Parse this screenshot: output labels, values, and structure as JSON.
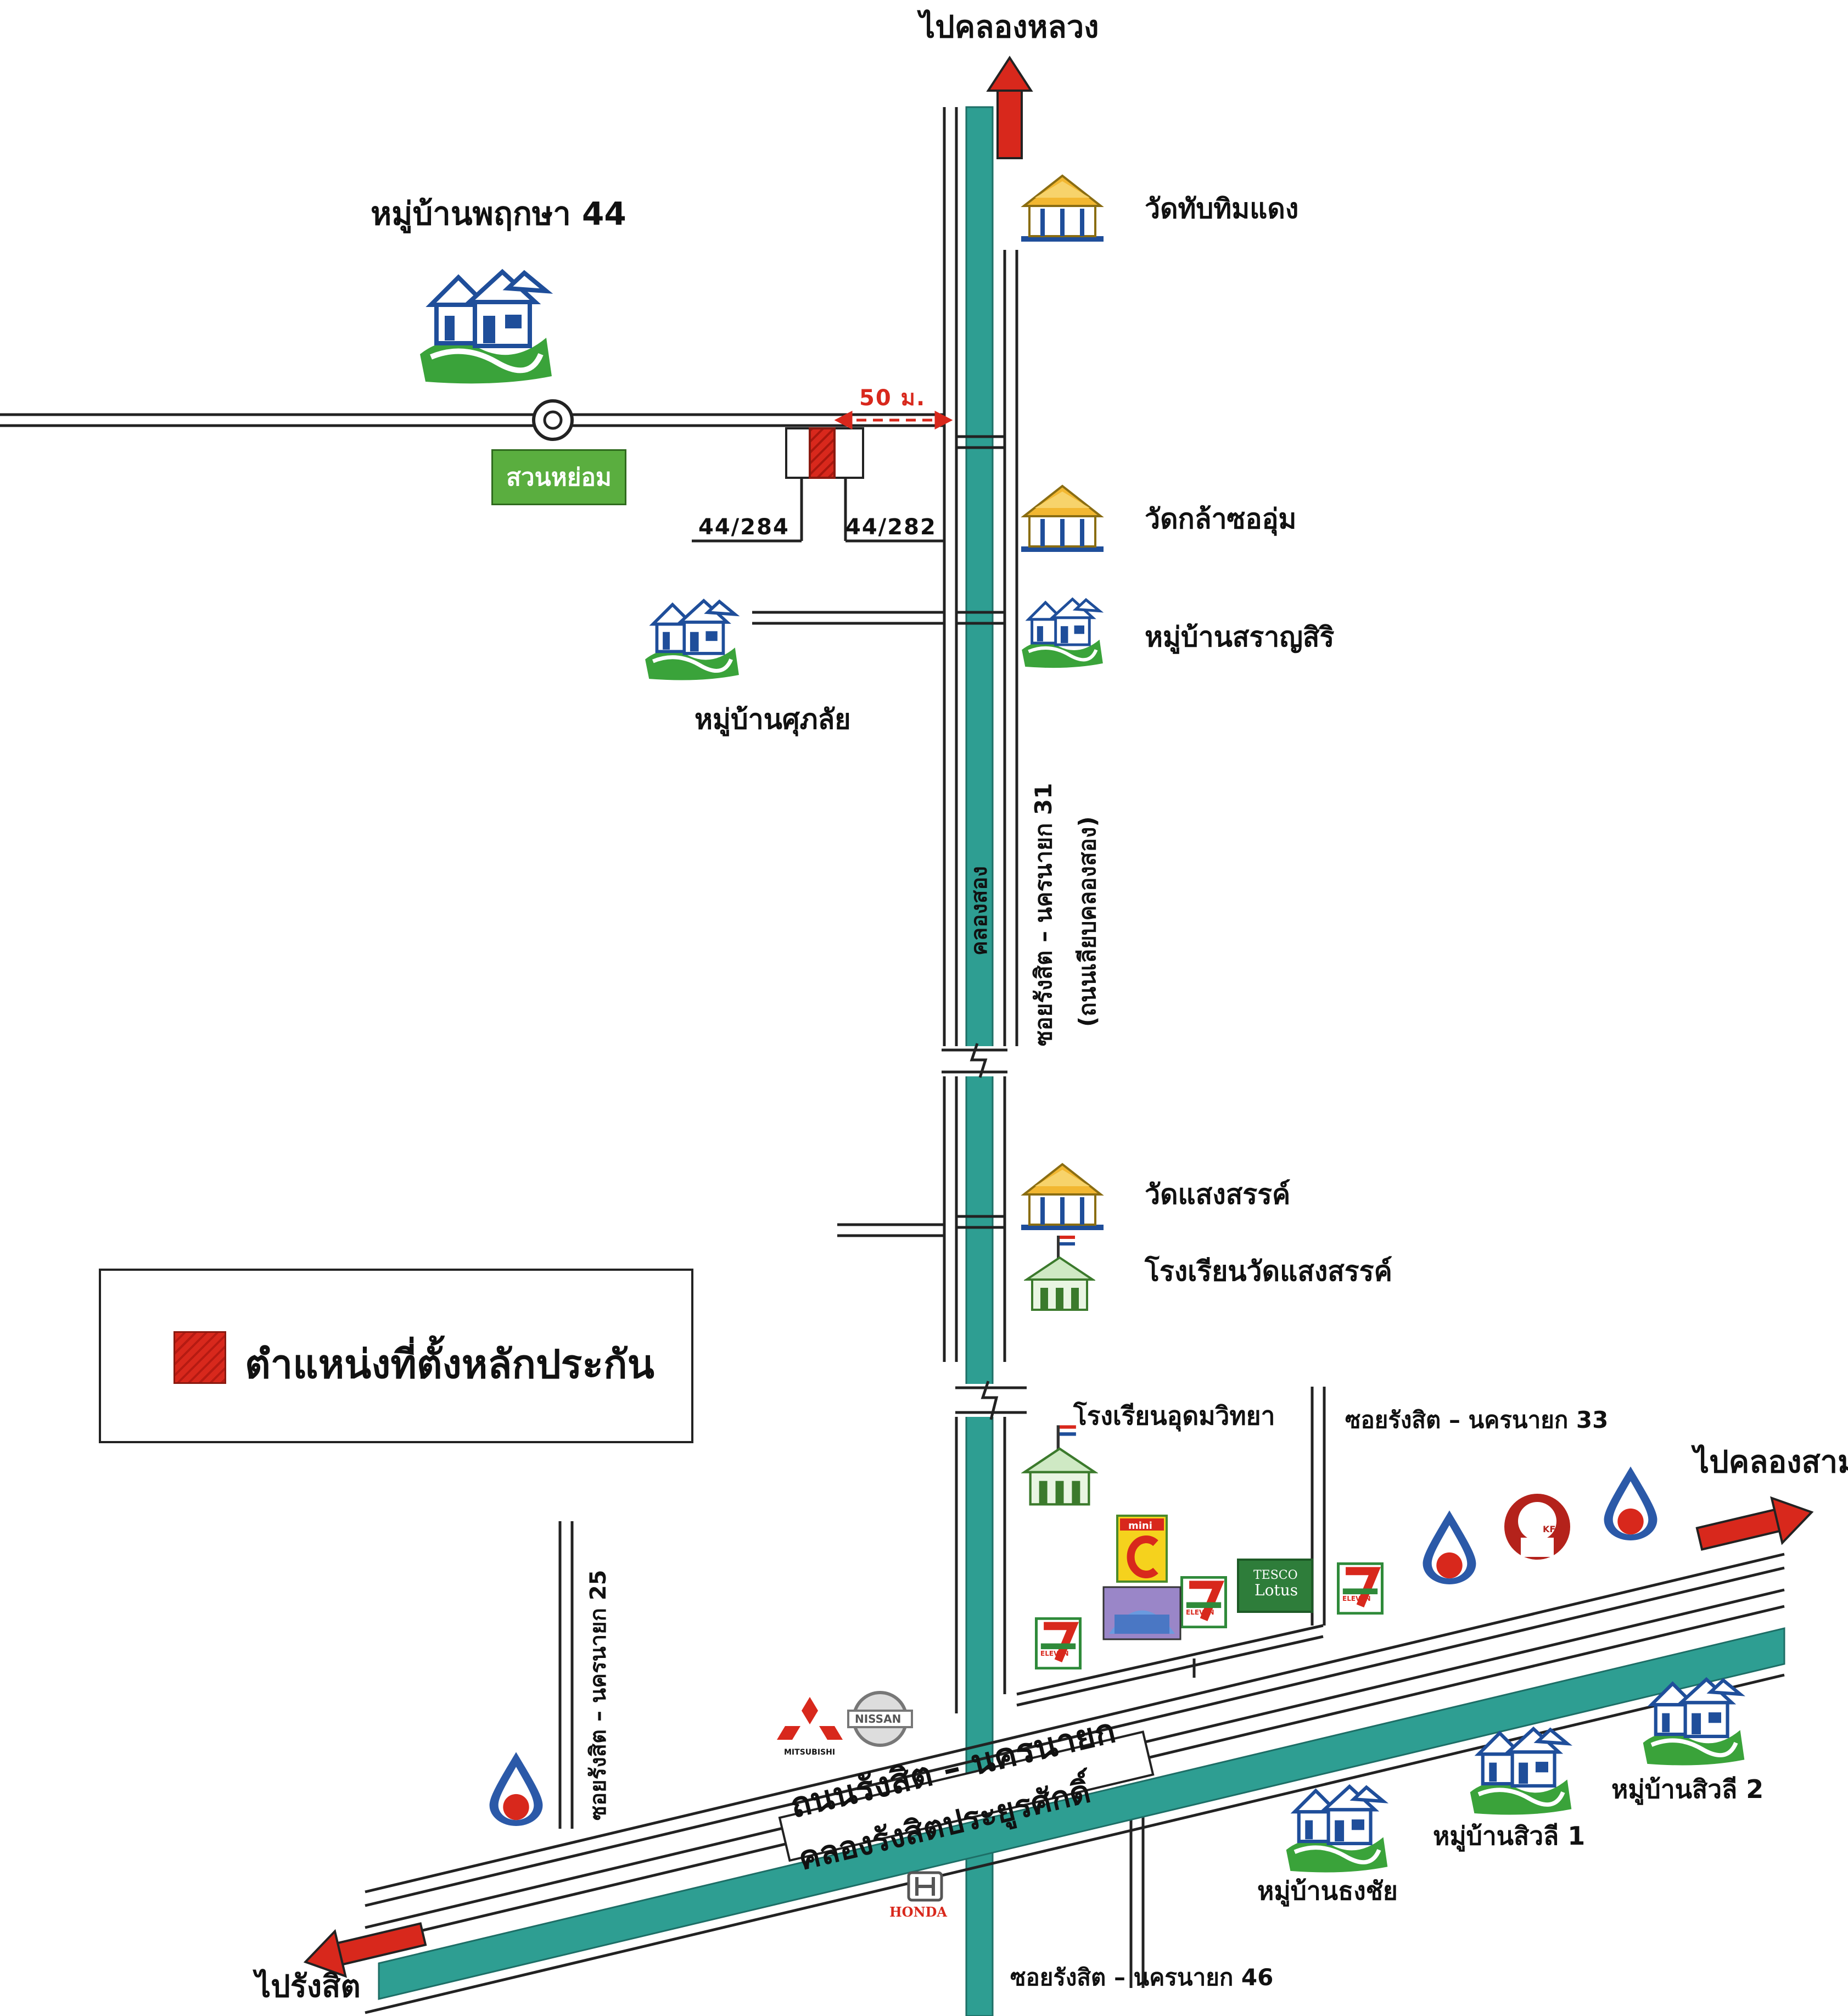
{
  "directions": {
    "north": "ไปคลองหลวง",
    "east": "ไปคลองสาม",
    "west": "ไปรังสิต"
  },
  "places": {
    "pruksa44": "หมู่บ้านพฤกษา 44",
    "park": "สวนหย่อม",
    "wat_tubtim": "วัดทับทิมแดง",
    "wat_klasoaum": "วัดกล้าซออุ่ม",
    "saransiri": "หมู่บ้านสราญสิริ",
    "supalai": "หมู่บ้านศุภลัย",
    "wat_saengsan": "วัดแสงสรรค์",
    "school_saengsan": "โรงเรียนวัดแสงสรรค์",
    "school_udom": "โรงเรียนอุดมวิทยา",
    "siwalee1": "หมู่บ้านสิวลี 1",
    "siwalee2": "หมู่บ้านสิวลี 2",
    "thongchai": "หมู่บ้านธงชัย"
  },
  "roads": {
    "main_road": "ถนนรังสิต – นครนายก",
    "main_canal": "คลองรังสิตประยูรศักดิ์",
    "canal2": "คลองสอง",
    "soi31": "ซอยรังสิต – นครนายก 31",
    "soi31_sub": "(ถนนเลียบคลองสอง)",
    "soi33": "ซอยรังสิต – นครนายก 33",
    "soi25": "ซอยรังสิต – นครนายก 25",
    "soi46": "ซอยรังสิต – นครนายก 46"
  },
  "markers": {
    "distance": "50 ม.",
    "house_left": "44/284",
    "house_right": "44/282"
  },
  "legend": {
    "label": "ตำแหน่งที่ตั้งหลักประกัน"
  },
  "brands": {
    "mini_c": "mini",
    "tesco": "TESCO",
    "lotus": "Lotus",
    "seven": "ELEVEN",
    "kfc": "KFC",
    "nissan": "NISSAN",
    "mitsubishi": "MITSUBISHI",
    "honda": "HONDA"
  },
  "colors": {
    "canal": "#2e9e92",
    "arrow": "#d8281c",
    "park": "#5aae3f",
    "house_blue": "#1f4e9a",
    "house_green": "#3aa33a"
  }
}
